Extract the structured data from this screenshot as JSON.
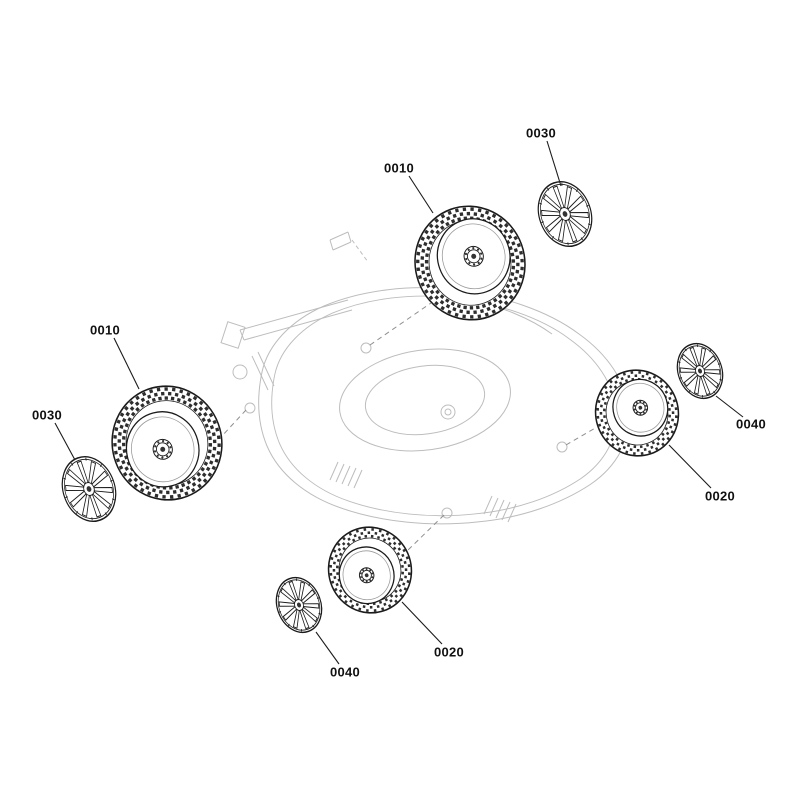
{
  "colors": {
    "background": "#ffffff",
    "line": "#1b1b1b",
    "ghost": "#bdbdbd",
    "dash": "#8f8f8f",
    "label_text": "#111111"
  },
  "diagram": {
    "labels": [
      {
        "text": "0030"
      },
      {
        "text": "0010"
      },
      {
        "text": "0010"
      },
      {
        "text": "0030"
      },
      {
        "text": "0040"
      },
      {
        "text": "0020"
      },
      {
        "text": "0020"
      },
      {
        "text": "0040"
      }
    ]
  }
}
